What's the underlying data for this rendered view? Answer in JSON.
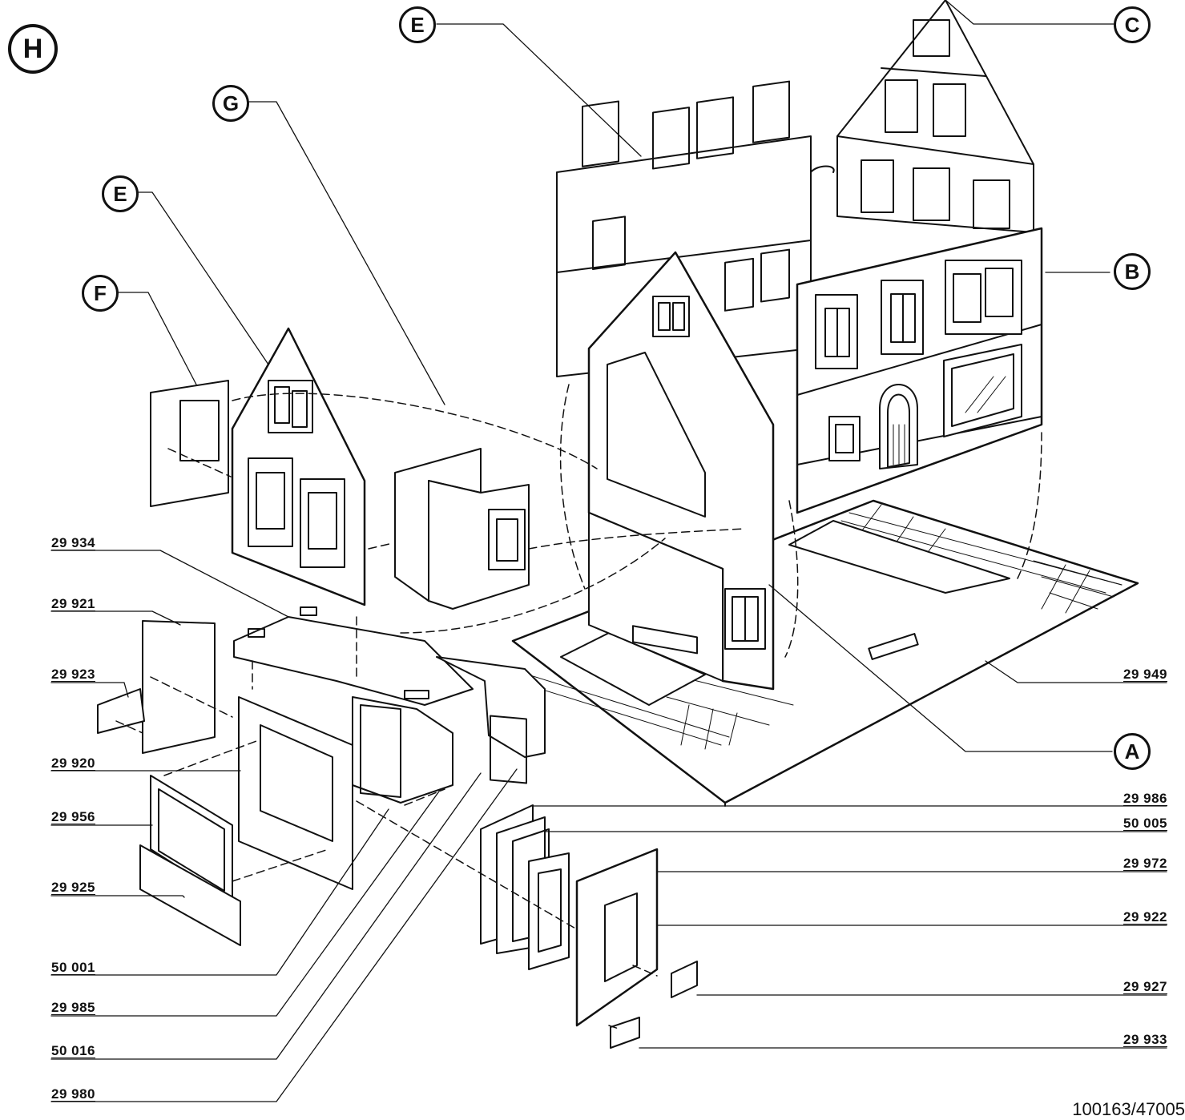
{
  "section_letter": "H",
  "callouts": {
    "e_top": "E",
    "c": "C",
    "g": "G",
    "e_left": "E",
    "b": "B",
    "f": "F",
    "a": "A"
  },
  "left_parts": [
    "29 934",
    "29 921",
    "29 923",
    "29 920",
    "29 956",
    "29 925",
    "50 001",
    "29 985",
    "50 016",
    "29 980"
  ],
  "right_parts": [
    "29 949",
    "29 986",
    "50 005",
    "29 972",
    "29 922",
    "29 927",
    "29 933"
  ],
  "drawing_number": "100163/47005"
}
